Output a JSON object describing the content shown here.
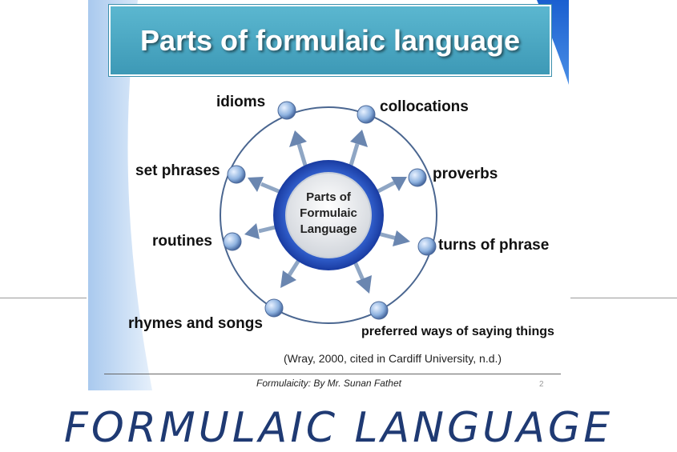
{
  "slide": {
    "title": "Parts of formulaic language",
    "center_label": [
      "Parts of",
      "Formulaic",
      "Language"
    ],
    "parts": [
      {
        "label": "idioms"
      },
      {
        "label": "collocations"
      },
      {
        "label": "proverbs"
      },
      {
        "label": "turns of phrase"
      },
      {
        "label": "preferred ways of saying things"
      },
      {
        "label": "rhymes and songs"
      },
      {
        "label": "routines"
      },
      {
        "label": "set phrases"
      }
    ],
    "citation": "(Wray, 2000, cited in Cardiff University, n.d.)",
    "footer": "Formulaicity: By Mr. Sunan Fathet",
    "page_number": "2"
  },
  "caption": "FORMULAIC LANGUAGE",
  "colors": {
    "title_bar": "#4aa9c5",
    "accent_blue": "#2a55c9",
    "node": "#8fb3e0",
    "caption": "#1f3a73"
  }
}
